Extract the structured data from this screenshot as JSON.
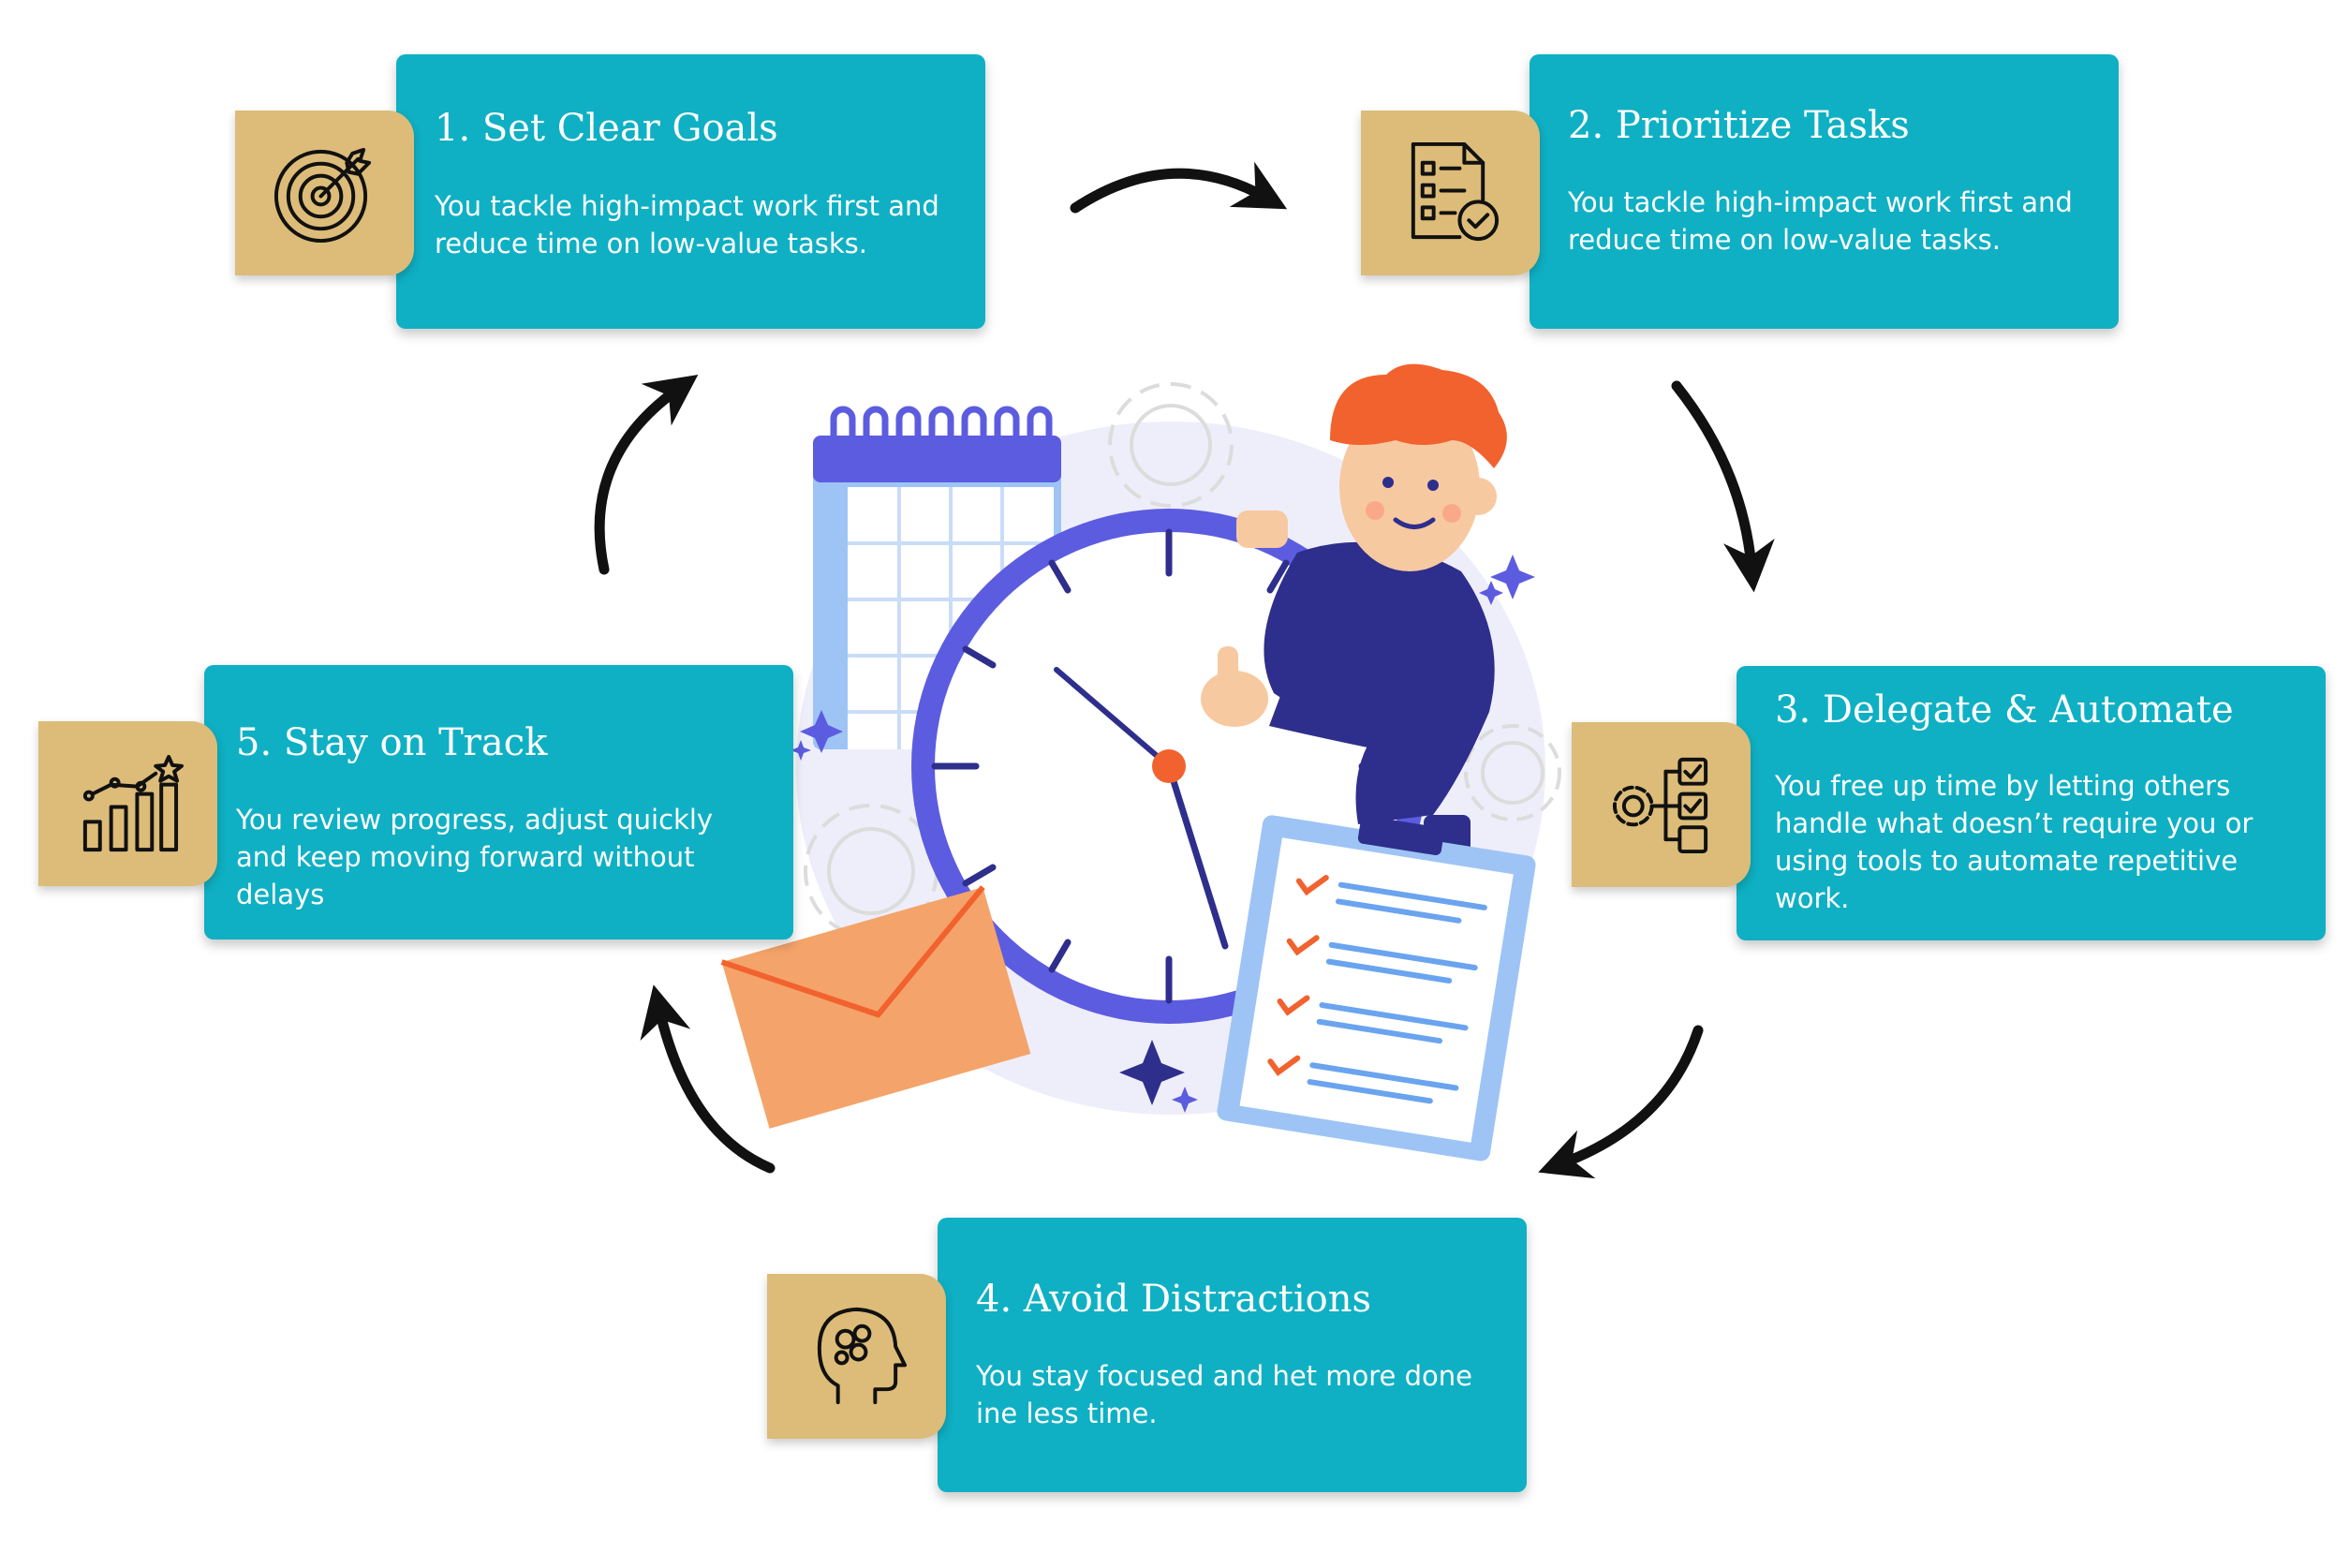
{
  "steps": [
    {
      "title": "1. Set Clear Goals",
      "text": "You tackle high-impact work first and reduce time on low-value tasks.",
      "icon": "target-icon"
    },
    {
      "title": "2. Prioritize Tasks",
      "text": "You tackle high-impact work first and reduce time on low-value tasks.",
      "icon": "checklist-icon"
    },
    {
      "title": "3. Delegate & Automate",
      "text": "You free up time by letting others handle what doesn’t require you or using tools to automate repetitive work.",
      "icon": "gear-checklist-icon"
    },
    {
      "title": "4. Avoid Distractions",
      "text": "You stay focused and het more done ine less time.",
      "icon": "brain-head-icon"
    },
    {
      "title": "5. Stay on Track",
      "text": "You review progress, adjust quickly and keep moving forward without delays",
      "icon": "growth-chart-icon"
    }
  ],
  "colors": {
    "card": "#0fb0c4",
    "icon_box": "#dcbc78",
    "arrow": "#111111",
    "clock_rim": "#5c5ce0",
    "person_shirt": "#2e2e8c",
    "hair": "#f2622e",
    "envelope": "#f4a46a"
  }
}
